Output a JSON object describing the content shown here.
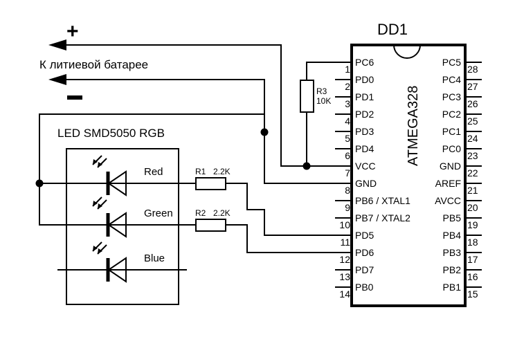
{
  "chip": {
    "designator": "DD1",
    "part": "ATMEGA328",
    "left_pins": [
      {
        "num": "1",
        "name": "PC6"
      },
      {
        "num": "2",
        "name": "PD0"
      },
      {
        "num": "3",
        "name": "PD1"
      },
      {
        "num": "4",
        "name": "PD2"
      },
      {
        "num": "5",
        "name": "PD3"
      },
      {
        "num": "6",
        "name": "PD4"
      },
      {
        "num": "7",
        "name": "VCC"
      },
      {
        "num": "8",
        "name": "GND"
      },
      {
        "num": "9",
        "name": "PB6 / XTAL1"
      },
      {
        "num": "10",
        "name": "PB7 / XTAL2"
      },
      {
        "num": "11",
        "name": "PD5"
      },
      {
        "num": "12",
        "name": "PD6"
      },
      {
        "num": "13",
        "name": "PD7"
      },
      {
        "num": "14",
        "name": "PB0"
      }
    ],
    "right_pins": [
      {
        "num": "28",
        "name": "PC5"
      },
      {
        "num": "27",
        "name": "PC4"
      },
      {
        "num": "26",
        "name": "PC3"
      },
      {
        "num": "25",
        "name": "PC2"
      },
      {
        "num": "24",
        "name": "PC1"
      },
      {
        "num": "23",
        "name": "PC0"
      },
      {
        "num": "22",
        "name": "GND"
      },
      {
        "num": "21",
        "name": "AREF"
      },
      {
        "num": "20",
        "name": "AVCC"
      },
      {
        "num": "19",
        "name": "PB5"
      },
      {
        "num": "18",
        "name": "PB4"
      },
      {
        "num": "17",
        "name": "PB3"
      },
      {
        "num": "16",
        "name": "PB2"
      },
      {
        "num": "15",
        "name": "PB1"
      }
    ]
  },
  "battery": {
    "label": "К литиевой батарее",
    "plus": "+",
    "minus": "–"
  },
  "led": {
    "title": "LED SMD5050 RGB",
    "channels": [
      "Red",
      "Green",
      "Blue"
    ]
  },
  "resistors": {
    "r1": {
      "name": "R1",
      "value": "2.2K"
    },
    "r2": {
      "name": "R2",
      "value": "2.2K"
    },
    "r3": {
      "name": "R3",
      "value": "10K"
    }
  }
}
